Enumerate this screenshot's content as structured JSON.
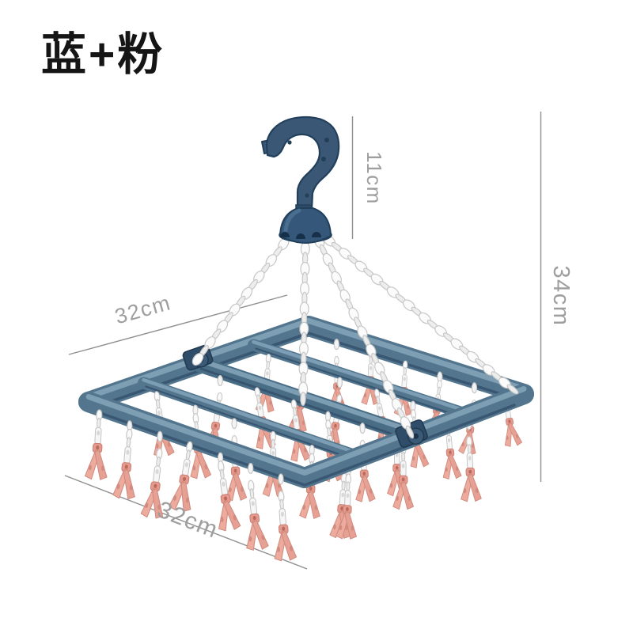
{
  "title": "蓝+粉",
  "annotations": {
    "hook_height": "11cm",
    "overall_height": "34cm",
    "side_top": "32cm",
    "side_bottom": "32cm"
  },
  "colors": {
    "background": "#ffffff",
    "frame_blue": "#53768e",
    "frame_highlight": "#7fa0b5",
    "frame_shadow": "#33506b",
    "fold_bar_blue": "#4a6d86",
    "hook_navy": "#3a5876",
    "hook_dark": "#22405b",
    "clip_pink": "#edab9e",
    "clip_pink_dark": "#cf8a7c",
    "chain_white": "#fbfbfb",
    "chain_stroke": "#c7c7c7",
    "annotation_gray": "#9e9e9e",
    "line_gray": "#909090",
    "title_black": "#151515"
  }
}
